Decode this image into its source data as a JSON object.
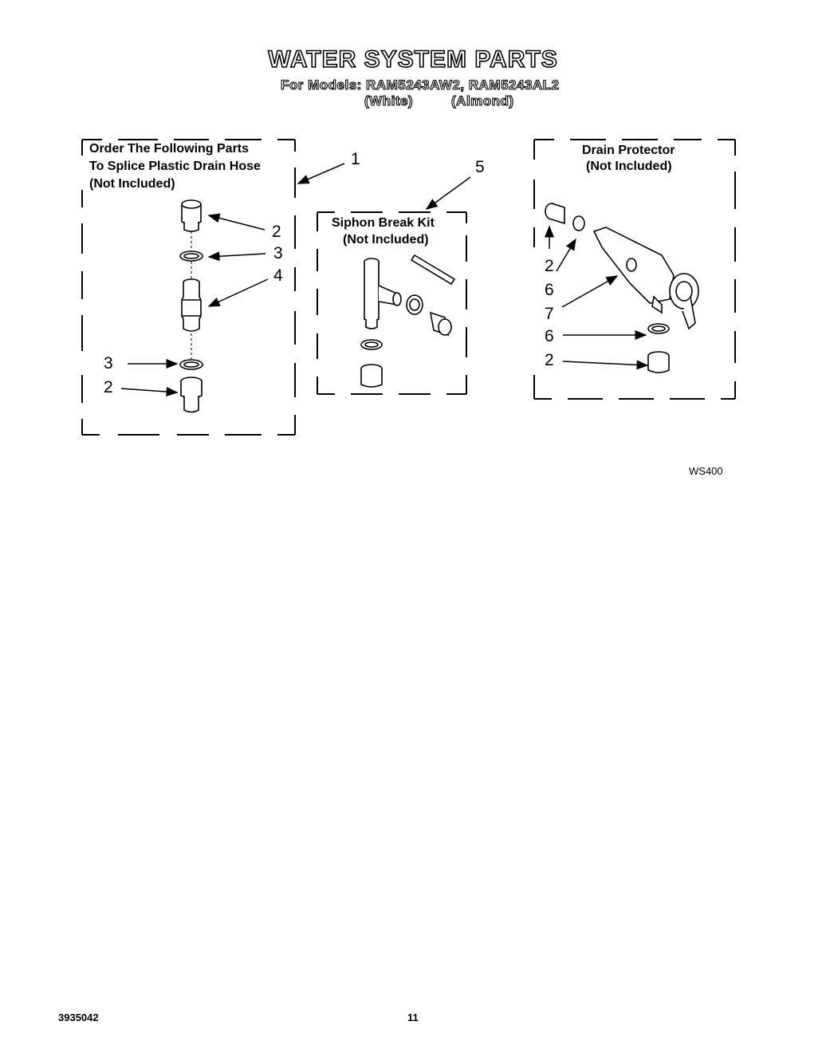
{
  "header": {
    "title": "WATER SYSTEM PARTS",
    "models_line": "For Models: RAM5243AW2, RAM5243AL2",
    "variant_white": "(White)",
    "variant_almond": "(Almond)"
  },
  "left_box": {
    "line1": "Order The Following Parts",
    "line2": "To Splice Plastic Drain Hose",
    "line3": "(Not Included)"
  },
  "middle_box": {
    "line1": "Siphon Break Kit",
    "line2": "(Not Included)"
  },
  "right_box": {
    "line1": "Drain Protector",
    "line2": "(Not Included)"
  },
  "callouts": {
    "c1": "1",
    "c5": "5",
    "l2a": "2",
    "l3a": "3",
    "l4": "4",
    "l3b": "3",
    "l2b": "2",
    "r2a": "2",
    "r6a": "6",
    "r7": "7",
    "r6b": "6",
    "r2b": "2"
  },
  "footer": {
    "figure_code": "WS400",
    "doc_number": "3935042",
    "page_number": "11"
  }
}
